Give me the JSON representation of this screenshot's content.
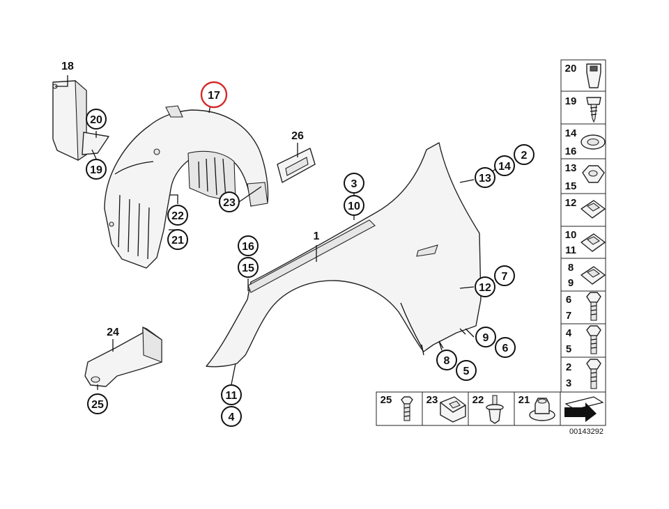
{
  "diagram": {
    "callouts": [
      {
        "id": "c18",
        "label": "18"
      },
      {
        "id": "c17",
        "label": "17",
        "highlighted": true
      },
      {
        "id": "c20a",
        "label": "20"
      },
      {
        "id": "c19a",
        "label": "19"
      },
      {
        "id": "c26",
        "label": "26"
      },
      {
        "id": "c22a",
        "label": "22"
      },
      {
        "id": "c21a",
        "label": "21"
      },
      {
        "id": "c23a",
        "label": "23"
      },
      {
        "id": "c3",
        "label": "3"
      },
      {
        "id": "c10",
        "label": "10"
      },
      {
        "id": "c2",
        "label": "2"
      },
      {
        "id": "c14",
        "label": "14"
      },
      {
        "id": "c13",
        "label": "13"
      },
      {
        "id": "c1",
        "label": "1"
      },
      {
        "id": "c16",
        "label": "16"
      },
      {
        "id": "c15",
        "label": "15"
      },
      {
        "id": "c7",
        "label": "7"
      },
      {
        "id": "c12",
        "label": "12"
      },
      {
        "id": "c9",
        "label": "9"
      },
      {
        "id": "c6",
        "label": "6"
      },
      {
        "id": "c8",
        "label": "8"
      },
      {
        "id": "c5",
        "label": "5"
      },
      {
        "id": "c24",
        "label": "24"
      },
      {
        "id": "c25a",
        "label": "25"
      },
      {
        "id": "c11",
        "label": "11"
      },
      {
        "id": "c4",
        "label": "4"
      }
    ],
    "legend_cells": [
      {
        "labels": [
          "20"
        ],
        "icon": "expanding-nut-icon"
      },
      {
        "labels": [
          "19"
        ],
        "icon": "screw-icon"
      },
      {
        "labels": [
          "14",
          "16"
        ],
        "icon": "washer-icon"
      },
      {
        "labels": [
          "13",
          "15"
        ],
        "icon": "hex-nut-icon"
      },
      {
        "labels": [
          "12"
        ],
        "icon": "clip-nut-icon"
      },
      {
        "labels": [
          "10",
          "11"
        ],
        "icon": "clip-nut-icon"
      },
      {
        "labels": [
          "8",
          "9"
        ],
        "icon": "clip-nut-icon"
      },
      {
        "labels": [
          "6",
          "7"
        ],
        "icon": "hex-bolt-icon"
      },
      {
        "labels": [
          "4",
          "5"
        ],
        "icon": "hex-bolt-icon"
      },
      {
        "labels": [
          "2",
          "3"
        ],
        "icon": "hex-bolt-icon"
      }
    ],
    "bottom_cells": [
      {
        "labels": [
          "25"
        ],
        "icon": "bolt-icon"
      },
      {
        "labels": [
          "23"
        ],
        "icon": "spring-clip-icon"
      },
      {
        "labels": [
          "22"
        ],
        "icon": "plastic-rivet-icon"
      },
      {
        "labels": [
          "21"
        ],
        "icon": "collar-nut-icon"
      },
      {
        "labels": [
          ""
        ],
        "icon": "arrow-icon"
      }
    ],
    "drawing_code": "00143292",
    "colors": {
      "highlight": "#d42a2a",
      "line": "#111111"
    }
  }
}
